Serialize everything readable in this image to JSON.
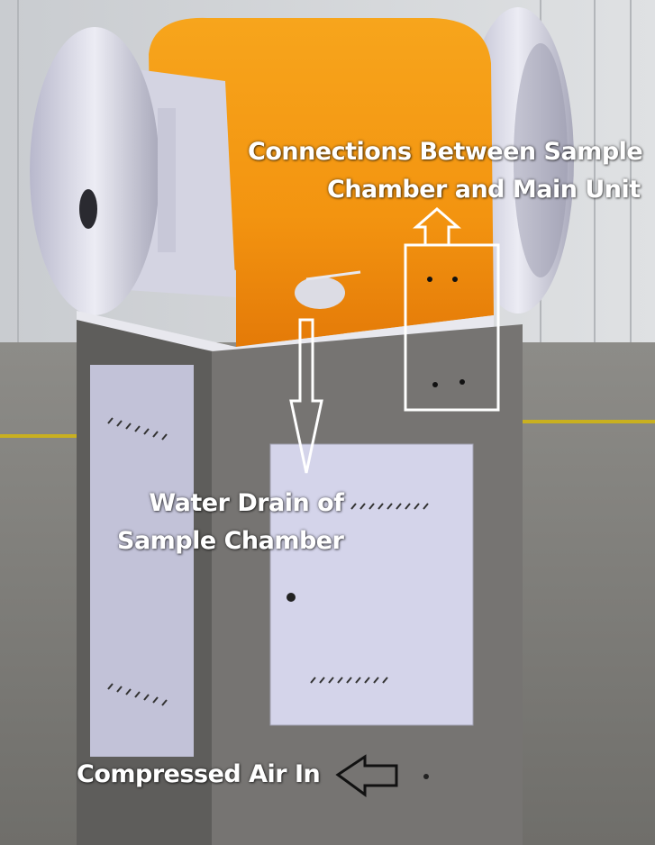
{
  "annotations": {
    "connections": {
      "line1": "Connections Between Sample",
      "line2": "Chamber and Main Unit"
    },
    "water_drain": {
      "line1": "Water Drain of",
      "line2": "Sample Chamber"
    },
    "compressed_air": {
      "label": "Compressed Air In"
    }
  },
  "colors": {
    "housing": "#f59a10",
    "base": "#6e6c6a",
    "panel": "#d4d4ea",
    "annotation": "#ffffff"
  }
}
